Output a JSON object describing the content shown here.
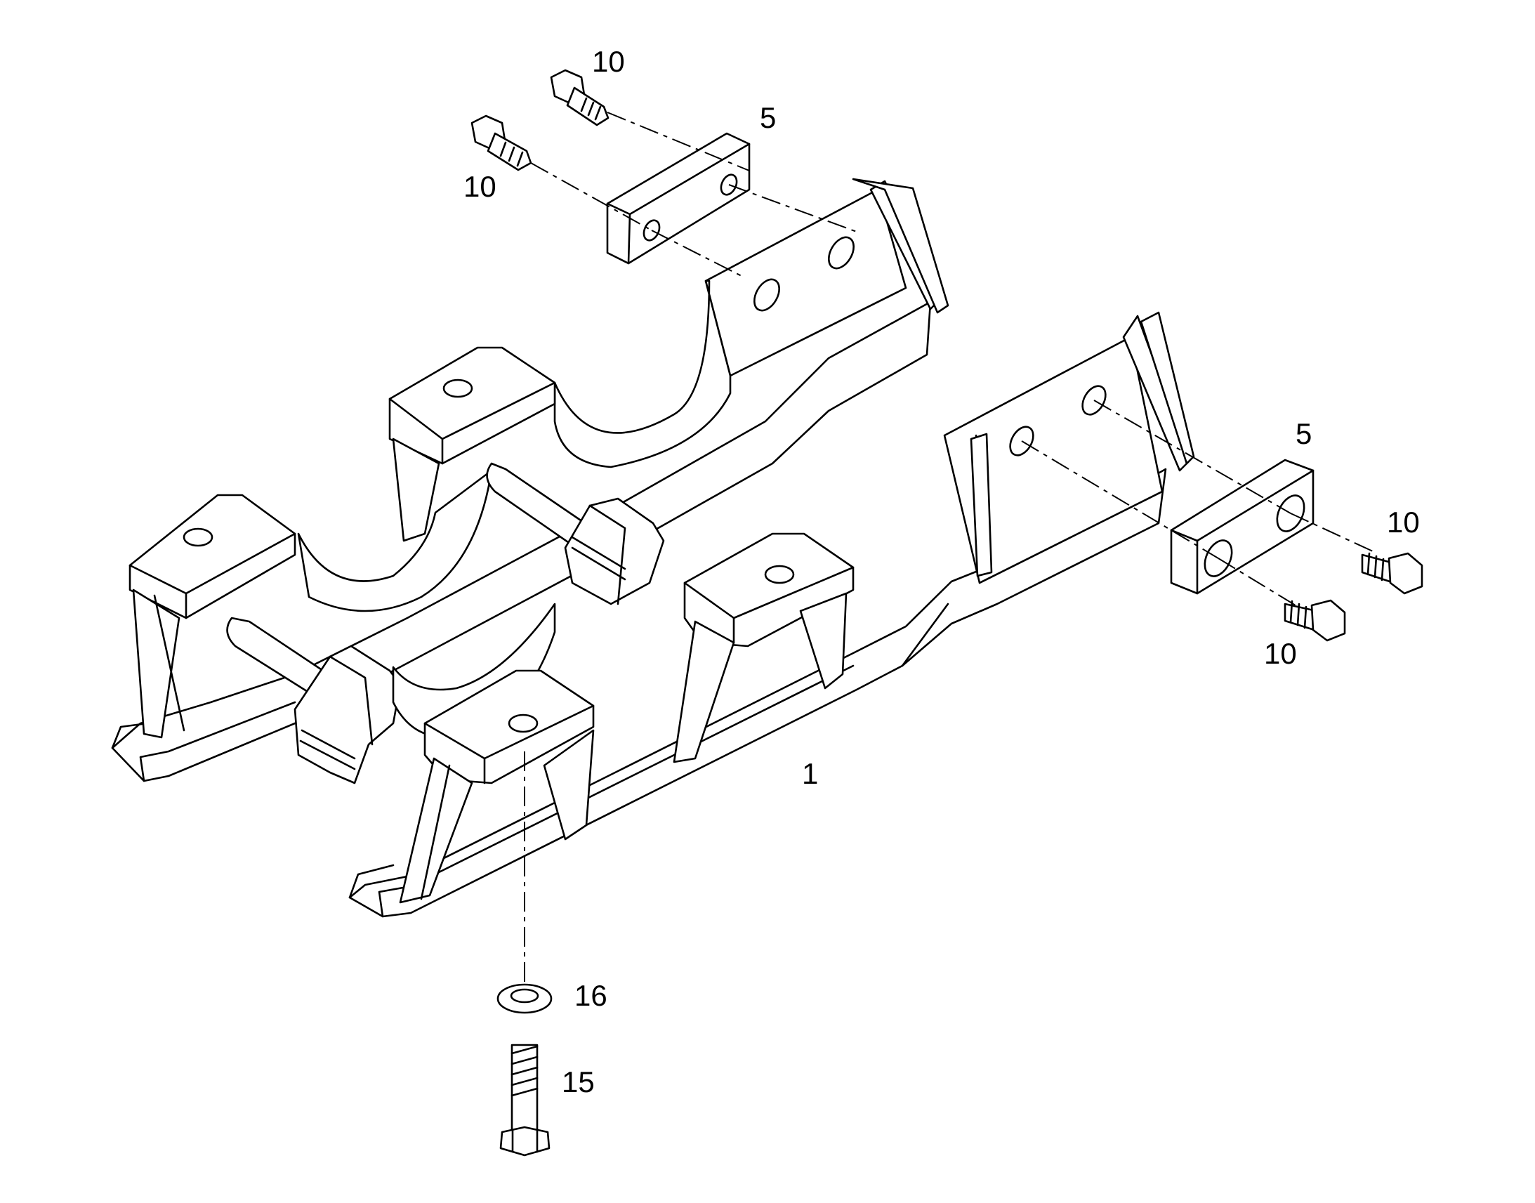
{
  "diagram": {
    "parts": [
      {
        "id": "frame",
        "label": "1"
      },
      {
        "id": "clamp-plate-top",
        "label": "5"
      },
      {
        "id": "clamp-plate-right",
        "label": "5"
      },
      {
        "id": "bolt-top-a",
        "label": "10"
      },
      {
        "id": "bolt-top-b",
        "label": "10"
      },
      {
        "id": "bolt-right-a",
        "label": "10"
      },
      {
        "id": "bolt-right-b",
        "label": "10"
      },
      {
        "id": "washer",
        "label": "16"
      },
      {
        "id": "bottom-bolt",
        "label": "15"
      }
    ]
  }
}
